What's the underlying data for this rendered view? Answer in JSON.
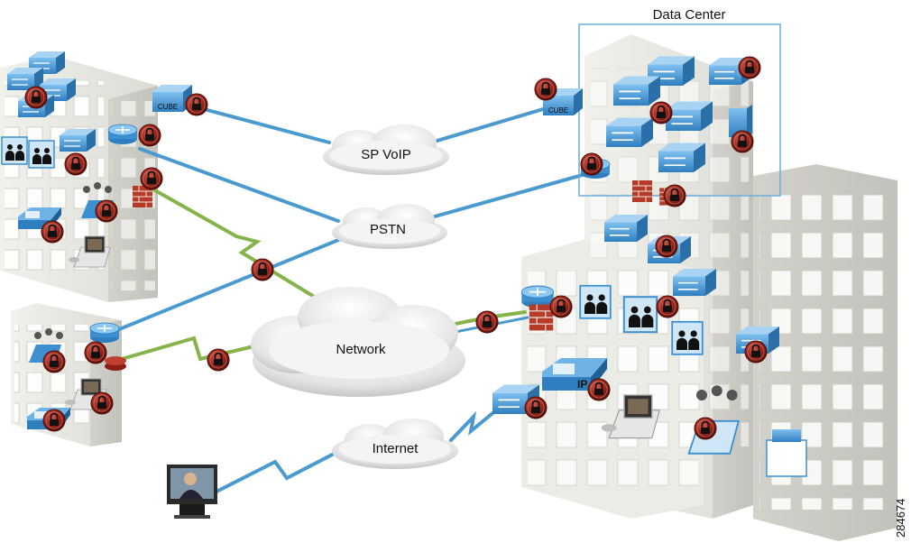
{
  "title": "Data Center",
  "figure_id": "284674",
  "clouds": {
    "sp_voip": "SP VoIP",
    "pstn": "PSTN",
    "network": "Network",
    "internet": "Internet"
  },
  "cube_label": "CUBE",
  "ip_label": "IP",
  "colors": {
    "link_blue": "#4a9ad0",
    "link_green": "#86b44a",
    "device_blue": "#3d8fd0",
    "device_light": "#a9d3f2",
    "lock_red": "#8b1d14",
    "building": "#e9e9e4",
    "building_shade": "#d3d3cc",
    "window": "#ffffff",
    "firewall": "#b53a28"
  },
  "icons": [
    "lock-icon",
    "router-icon",
    "switch-icon",
    "firewall-icon",
    "ip-phone-icon",
    "video-phone-icon",
    "telepresence-icon",
    "cube-icon",
    "server-icon",
    "cloud-icon",
    "building-icon"
  ]
}
